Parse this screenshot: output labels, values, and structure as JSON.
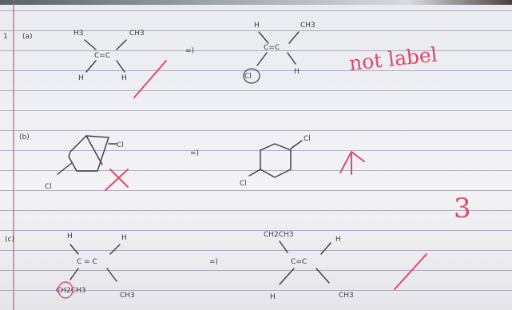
{
  "q1": {
    "label": "(a)",
    "left": {
      "tl": "H3",
      "tr": "CH3",
      "center": "C=C",
      "bl": "H",
      "br": "H"
    },
    "arrow": "=)",
    "right": {
      "tl": "H",
      "tr": "CH3",
      "center": "C=C",
      "bl": "Cl",
      "br": "H"
    },
    "annotation": "not label"
  },
  "q2": {
    "label": "(b)",
    "left": {
      "cl_top": "Cl",
      "cl_bottom": "Cl"
    },
    "arrow": "=)",
    "right": {
      "cl_top": "Cl",
      "cl_bottom": "Cl"
    }
  },
  "score": "3",
  "q3": {
    "label": "(c)",
    "left": {
      "tl": "H",
      "tr": "H",
      "center": "C = C",
      "bl": "CH2CH3",
      "br": "CH3"
    },
    "arrow": "=)",
    "right": {
      "tl": "CH2CH3",
      "tr": "H",
      "center": "C=C",
      "bl": "H",
      "br": "CH3"
    }
  },
  "colors": {
    "ink": "#3a3a44",
    "marker": "#e04a6a",
    "rule": "#7d7396"
  }
}
